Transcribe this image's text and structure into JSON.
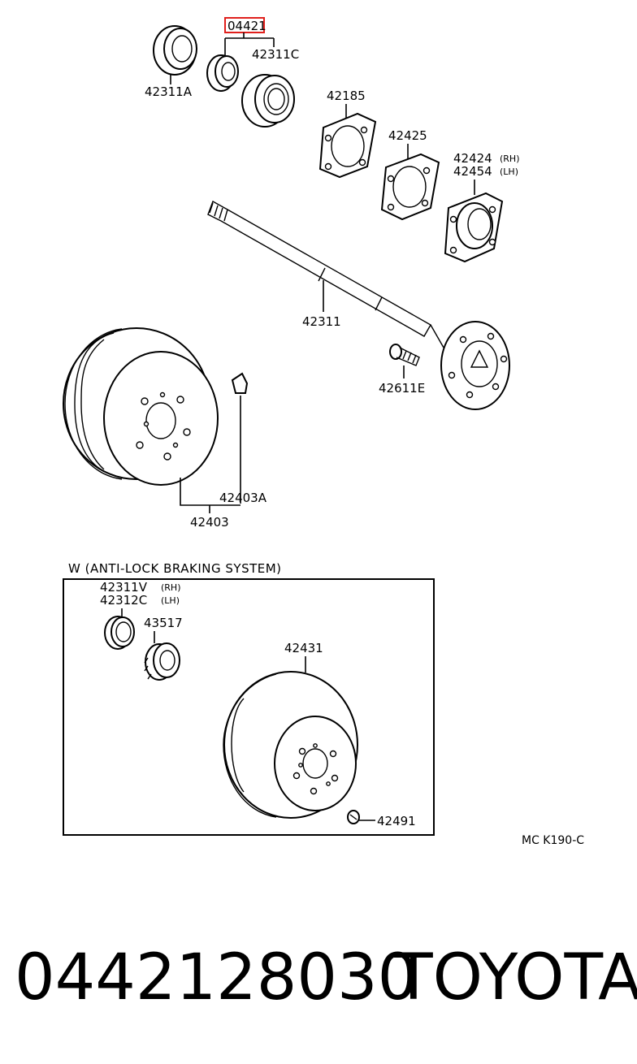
{
  "diagram": {
    "highlighted_part": "04421",
    "callouts": {
      "c42311A": "42311A",
      "c42311C": "42311C",
      "c42185": "42185",
      "c42425": "42425",
      "c42424": "42424",
      "c42424_side": "(RH)",
      "c42454": "42454",
      "c42454_side": "(LH)",
      "c42311": "42311",
      "c42611E": "42611E",
      "c42403A": "42403A",
      "c42403": "42403"
    },
    "abs_box": {
      "title": "W (ANTI-LOCK  BRAKING  SYSTEM)",
      "c42311V": "42311V",
      "c42311V_side": "(RH)",
      "c42312C": "42312C",
      "c42312C_side": "(LH)",
      "c43517": "43517",
      "c42431": "42431",
      "c42491": "42491"
    },
    "catalog_ref": "MC K190-C"
  },
  "footer": {
    "part_number": "0442128030",
    "brand": "TOYOTA"
  },
  "colors": {
    "highlight": "#e0201c",
    "ink": "#000000",
    "background": "#ffffff"
  }
}
